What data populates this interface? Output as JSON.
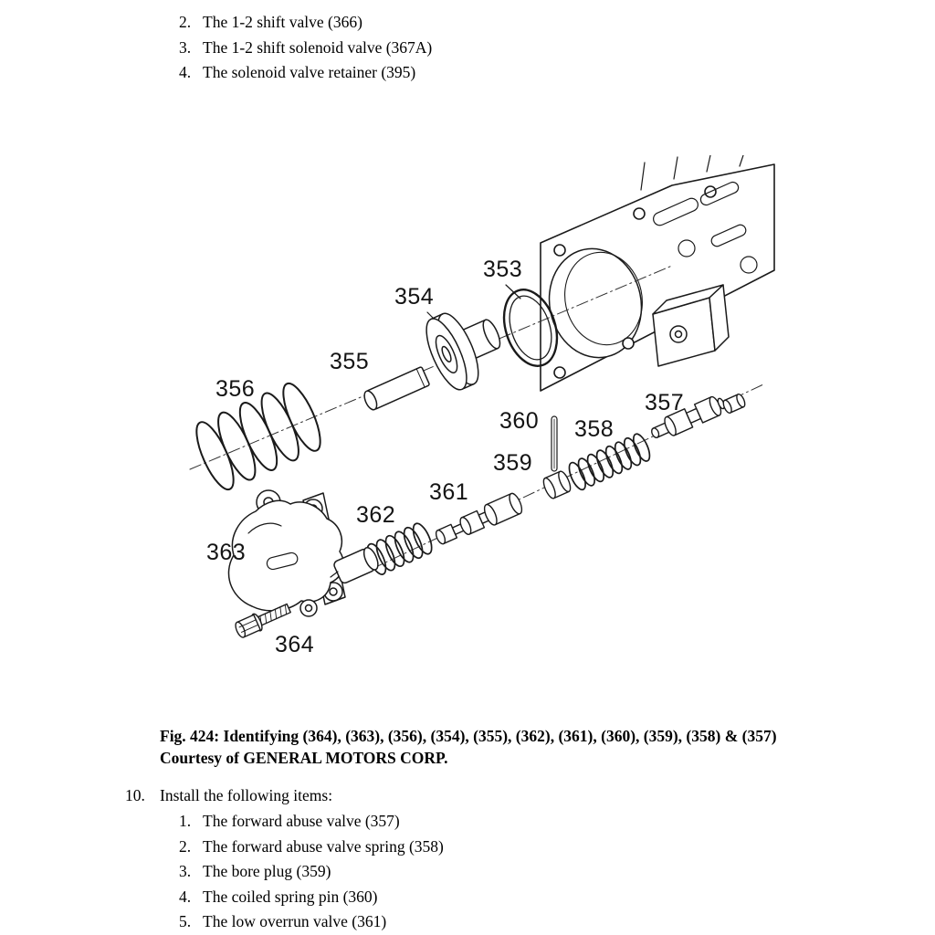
{
  "top_list": {
    "items": [
      {
        "num": "2.",
        "text": "The 1-2 shift valve (366)"
      },
      {
        "num": "3.",
        "text": "The 1-2 shift solenoid valve (367A)"
      },
      {
        "num": "4.",
        "text": "The solenoid valve retainer (395)"
      }
    ]
  },
  "figure": {
    "labels": [
      "353",
      "354",
      "355",
      "356",
      "357",
      "358",
      "359",
      "360",
      "361",
      "362",
      "363",
      "364"
    ],
    "caption_line1": "Fig. 424: Identifying (364), (363), (356), (354), (355), (362), (361), (360), (359), (358) & (357)",
    "caption_line2": "Courtesy of GENERAL MOTORS CORP."
  },
  "install_step": {
    "num": "10.",
    "text": "Install the following items:",
    "items": [
      {
        "num": "1.",
        "text": "The forward abuse valve (357)"
      },
      {
        "num": "2.",
        "text": "The forward abuse valve spring (358)"
      },
      {
        "num": "3.",
        "text": "The bore plug (359)"
      },
      {
        "num": "4.",
        "text": "The coiled spring pin (360)"
      },
      {
        "num": "5.",
        "text": "The low overrun valve (361)"
      }
    ]
  }
}
